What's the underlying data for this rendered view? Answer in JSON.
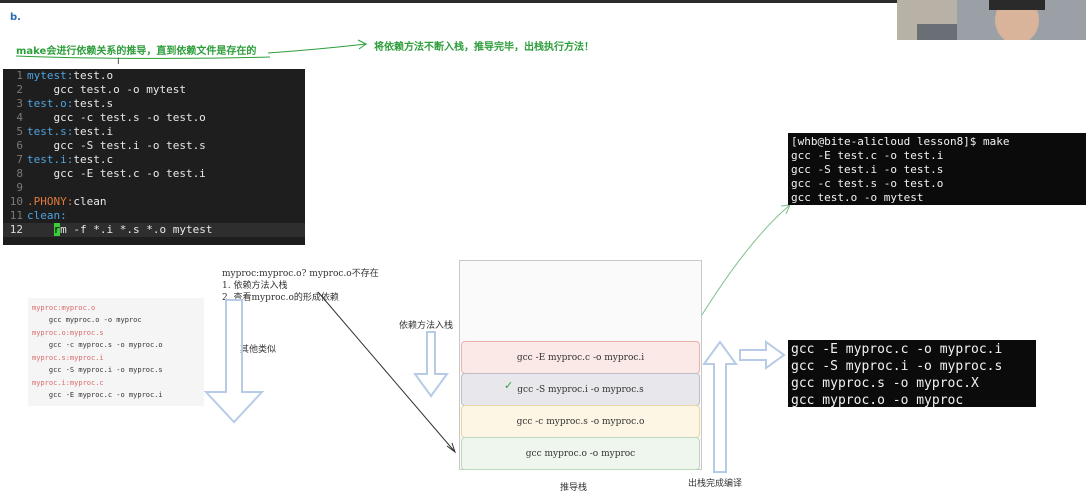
{
  "header": {
    "section_label": "b."
  },
  "annotations": {
    "headline_left": "make会进行依赖关系的推导，直到依赖文件是存在的",
    "headline_right": "将依赖方法不断入栈，推导完毕，出栈执行方法！",
    "cursor_glyph": "I"
  },
  "makefile": {
    "lines": [
      {
        "num": "1",
        "segments": [
          {
            "t": "mytest:",
            "c": "tgt"
          },
          {
            "t": "test.o",
            "c": ""
          }
        ]
      },
      {
        "num": "2",
        "segments": [
          {
            "t": "    gcc test.o -o mytest",
            "c": ""
          }
        ]
      },
      {
        "num": "3",
        "segments": [
          {
            "t": "test.o:",
            "c": "tgt"
          },
          {
            "t": "test.s",
            "c": ""
          }
        ]
      },
      {
        "num": "4",
        "segments": [
          {
            "t": "    gcc -c test.s -o test.o",
            "c": ""
          }
        ]
      },
      {
        "num": "5",
        "segments": [
          {
            "t": "test.s:",
            "c": "tgt"
          },
          {
            "t": "test.i",
            "c": ""
          }
        ]
      },
      {
        "num": "6",
        "segments": [
          {
            "t": "    gcc -S test.i -o test.s",
            "c": ""
          }
        ]
      },
      {
        "num": "7",
        "segments": [
          {
            "t": "test.i:",
            "c": "tgt"
          },
          {
            "t": "test.c",
            "c": ""
          }
        ]
      },
      {
        "num": "8",
        "segments": [
          {
            "t": "    gcc -E test.c -o test.i",
            "c": ""
          }
        ]
      },
      {
        "num": "9",
        "segments": []
      },
      {
        "num": "10",
        "segments": [
          {
            "t": ".PHONY:",
            "c": "kw"
          },
          {
            "t": "clean",
            "c": ""
          }
        ]
      },
      {
        "num": "11",
        "segments": [
          {
            "t": "clean:",
            "c": "tgt"
          }
        ]
      },
      {
        "num": "12",
        "segments": [
          {
            "t": "    ",
            "c": ""
          },
          {
            "t": "r",
            "c": "cursor-block"
          },
          {
            "t": "m -f *.i *.s *.o mytest",
            "c": ""
          }
        ],
        "current": true
      }
    ]
  },
  "terminal_top": {
    "lines": [
      "[whb@bite-alicloud lesson8]$ make",
      "gcc -E test.c -o test.i",
      "gcc -S test.i -o test.s",
      "gcc -c test.s -o test.o",
      "gcc test.o -o mytest"
    ]
  },
  "terminal_bottom": {
    "lines": [
      "gcc -E myproc.c -o myproc.i",
      "gcc -S myproc.i -o myproc.s",
      "gcc myproc.s -o myproc.X",
      "gcc myproc.o -o myproc"
    ]
  },
  "sketch_makefile": {
    "lines": [
      {
        "t": "myproc:myproc.o",
        "c": "red"
      },
      {
        "t": "    gcc myproc.o -o myproc",
        "c": "dark"
      },
      {
        "t": "myproc.o:myproc.s",
        "c": "red"
      },
      {
        "t": "    gcc -c myproc.s -o myproc.o",
        "c": "dark"
      },
      {
        "t": "myproc.s:myproc.i",
        "c": "red"
      },
      {
        "t": "    gcc -S myproc.i -o myproc.s",
        "c": "dark"
      },
      {
        "t": "myproc.i:myproc.c",
        "c": "red"
      },
      {
        "t": "    gcc -E myproc.c -o myproc.i",
        "c": "dark"
      }
    ]
  },
  "notes": {
    "missing_file": "myproc:myproc.o?  myproc.o不存在",
    "step1": "1. 依赖方法入栈",
    "step2": "2. 查看myproc.o的形成依赖",
    "other_similar": "其他类似",
    "push_methods": "依赖方法入栈",
    "stack_label": "推导栈",
    "pop_compile": "出栈完成编译",
    "checkmark": "✓"
  },
  "stack": {
    "slots": [
      "gcc -E myproc.c -o myproc.i",
      "gcc -S myproc.i -o myproc.s",
      "gcc -c myproc.s -o myproc.o",
      "gcc myproc.o -o myproc"
    ]
  },
  "colors": {
    "annotation_green": "#2e9e3b",
    "stack_slot_1": "#fbe9e7",
    "stack_slot_2": "#e8e8ec",
    "stack_slot_3": "#fdf6e4",
    "stack_slot_4": "#eef6ee",
    "arrow_blue": "#b8cbe6"
  }
}
